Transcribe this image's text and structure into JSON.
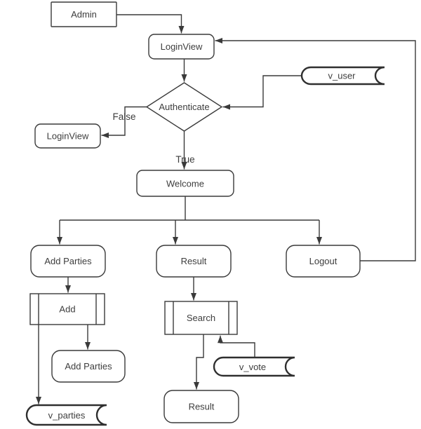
{
  "diagram": {
    "type": "flowchart",
    "description": "Admin login and voting administration flow",
    "colors": {
      "background": "#ffffff",
      "stroke": "#3a3a3a",
      "text": "#3d3d3d",
      "shape_fill": "#ffffff"
    },
    "nodes": {
      "admin": {
        "label": "Admin",
        "shape": "rectangle"
      },
      "login_view": {
        "label": "LoginView",
        "shape": "rounded-rectangle"
      },
      "authenticate": {
        "label": "Authenticate",
        "shape": "decision-diamond"
      },
      "login_view_false": {
        "label": "LoginView",
        "shape": "rounded-rectangle"
      },
      "v_user": {
        "label": "v_user",
        "shape": "stored-data"
      },
      "welcome": {
        "label": "Welcome",
        "shape": "rounded-rectangle"
      },
      "add_parties": {
        "label": "Add Parties",
        "shape": "rounded-rectangle"
      },
      "result": {
        "label": "Result",
        "shape": "rounded-rectangle"
      },
      "logout": {
        "label": "Logout",
        "shape": "rounded-rectangle"
      },
      "add": {
        "label": "Add",
        "shape": "predefined-process"
      },
      "search": {
        "label": "Search",
        "shape": "predefined-process"
      },
      "add_parties_2": {
        "label": "Add Parties",
        "shape": "rounded-rectangle"
      },
      "v_vote": {
        "label": "v_vote",
        "shape": "stored-data"
      },
      "result_2": {
        "label": "Result",
        "shape": "rounded-rectangle"
      },
      "v_parties": {
        "label": "v_parties",
        "shape": "stored-data"
      }
    },
    "edge_labels": {
      "false_branch": "False",
      "true_branch": "True"
    }
  }
}
